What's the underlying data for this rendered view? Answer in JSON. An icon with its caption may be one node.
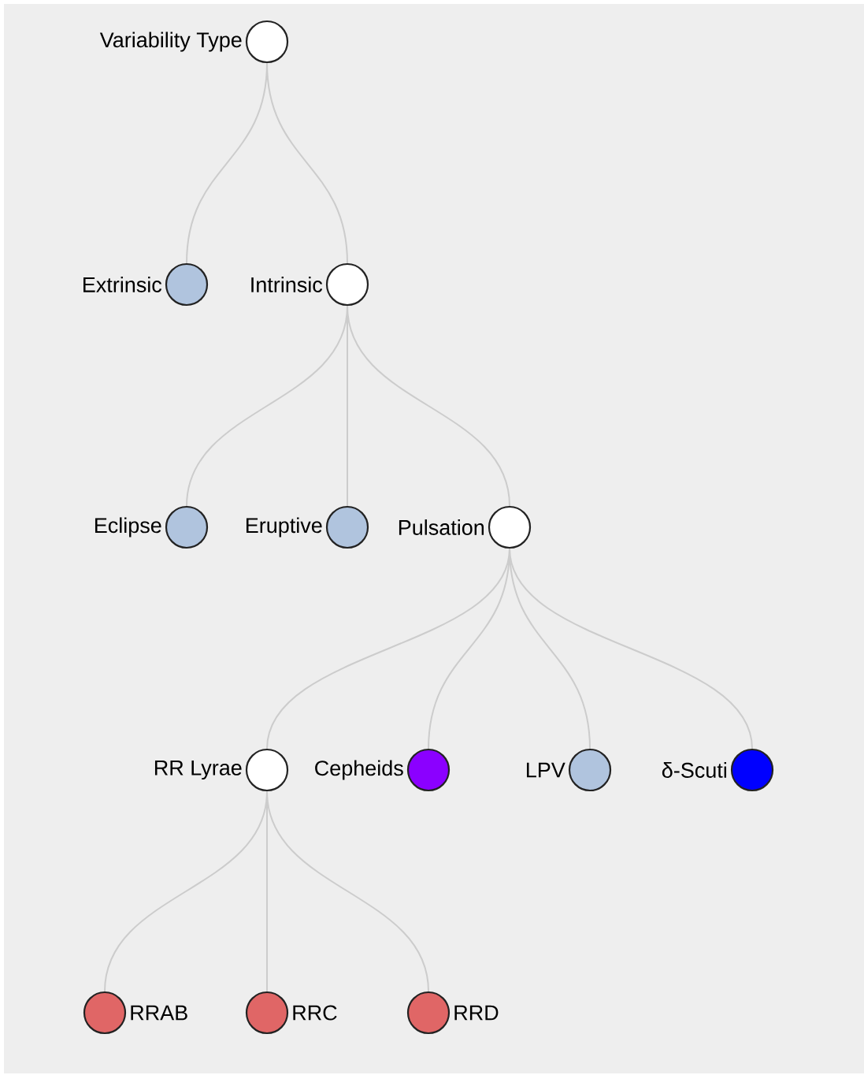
{
  "diagram": {
    "nodes": [
      {
        "text": [
          "Variability Type"
        ]
      },
      {
        "text": [
          "Extrinsic"
        ]
      },
      {
        "text": [
          "Intrinsic"
        ]
      },
      {
        "text": [
          "Eclipse"
        ]
      },
      {
        "text": [
          "Eruptive"
        ]
      },
      {
        "text": [
          "Pulsation"
        ]
      },
      {
        "text": [
          "RR Lyrae"
        ]
      },
      {
        "text": [
          "Cepheids"
        ]
      },
      {
        "text": [
          "LPV"
        ]
      },
      {
        "text": [
          "δ-Scuti"
        ]
      },
      {
        "text": [
          "RRAB"
        ]
      },
      {
        "text": [
          "RRC"
        ]
      },
      {
        "text": [
          "RRD"
        ]
      }
    ],
    "edges": [
      {
        "from": 0,
        "to": 1,
        "arrow": "none"
      },
      {
        "from": 0,
        "to": 2,
        "arrow": "none"
      },
      {
        "from": 2,
        "to": 3,
        "arrow": "none"
      },
      {
        "from": 2,
        "to": 4,
        "arrow": "none"
      },
      {
        "from": 2,
        "to": 5,
        "arrow": "none"
      },
      {
        "from": 5,
        "to": 6,
        "arrow": "none"
      },
      {
        "from": 5,
        "to": 7,
        "arrow": "none"
      },
      {
        "from": 5,
        "to": 8,
        "arrow": "none"
      },
      {
        "from": 5,
        "to": 9,
        "arrow": "none"
      },
      {
        "from": 6,
        "to": 10,
        "arrow": "none"
      },
      {
        "from": 6,
        "to": 11,
        "arrow": "none"
      },
      {
        "from": 6,
        "to": 12,
        "arrow": "none"
      }
    ]
  }
}
